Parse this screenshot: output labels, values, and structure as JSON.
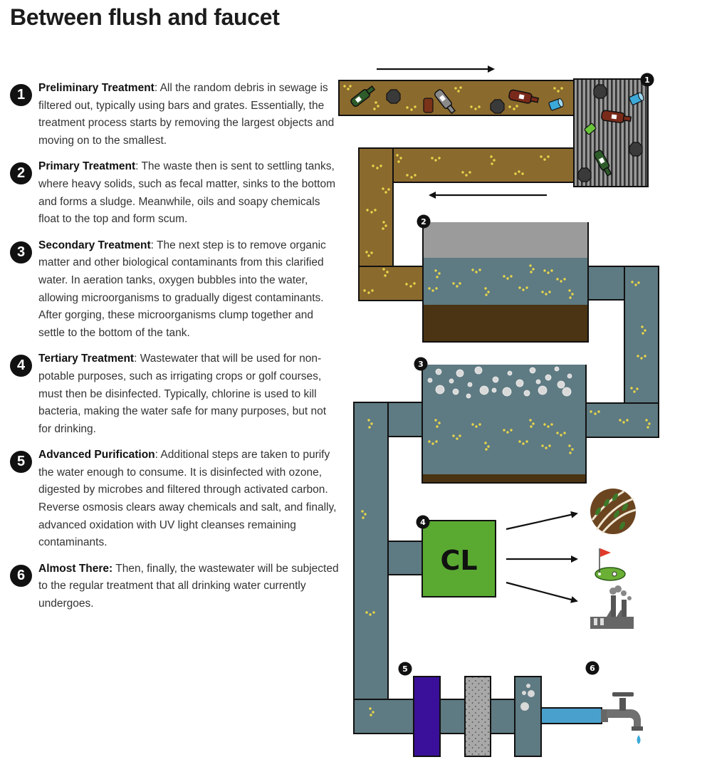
{
  "title": "Between flush and faucet",
  "steps": [
    {
      "number": "1",
      "name": "Preliminary Treatment",
      "sep": ":",
      "text": " All the random debris in sewage is filtered out, typically using bars and grates. Essentially, the treatment process starts by removing the largest objects and moving on to the smallest."
    },
    {
      "number": "2",
      "name": "Primary Treatment",
      "sep": ":",
      "text": " The waste then is sent to settling tanks, where heavy solids, such as fecal matter, sinks to the bottom and forms a sludge. Meanwhile, oils and soapy chemicals float to the top and form scum."
    },
    {
      "number": "3",
      "name": "Secondary Treatment",
      "sep": ":",
      "text": " The next step is to remove organic matter and other biological contaminants from this clarified water. In aeration tanks, oxygen bubbles into the water, allowing microorganisms to gradually digest contaminants. After gorging, these microorganisms clump together and settle to the bottom of the tank."
    },
    {
      "number": "4",
      "name": "Tertiary Treatment",
      "sep": ":",
      "text": " Wastewater that will be used for non-potable purposes, such as irrigating crops or golf courses, must then be disinfected. Typically, chlorine is used to kill bacteria, making the water safe for many purposes, but not for drinking."
    },
    {
      "number": "5",
      "name": "Advanced Purification",
      "sep": ":",
      "text": " Additional steps are taken to purify the water enough to consume. It is disinfected with ozone, digested by microbes and filtered through activated carbon. Reverse osmosis clears away chemicals and salt, and finally, advanced oxidation with UV light cleanses remaining contaminants."
    },
    {
      "number": "6",
      "name": "Almost There:",
      "sep": "",
      "text": " Then, finally, the wastewater will be subjected to the regular treatment that all drinking water currently undergoes."
    }
  ],
  "diagram": {
    "markers": [
      "1",
      "2",
      "3",
      "4",
      "5",
      "6"
    ],
    "chlorine_label": "CL",
    "outputs": [
      "crops-icon",
      "golf-course-icon",
      "factory-icon"
    ],
    "end_icon": "faucet-icon",
    "colors": {
      "sewage": "#8b6a2e",
      "water": "#5e7a82",
      "sludge": "#4a3414",
      "scum": "#9b9b9b",
      "chlorine": "#5aaa32",
      "uv": "#3a0f99",
      "clean_water": "#4aa0cc",
      "contaminant_dots": "#e7d64a"
    }
  }
}
